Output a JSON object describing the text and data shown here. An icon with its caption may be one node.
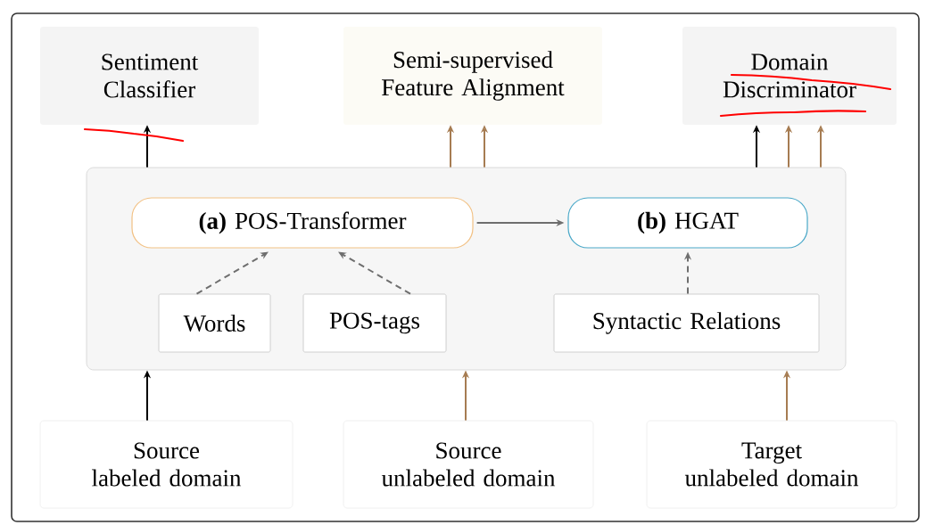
{
  "diagram": {
    "nodes": [
      {
        "text": [
          "Sentiment Classifier"
        ]
      },
      {
        "text": [
          "Semi-supervised Feature Alignment"
        ]
      },
      {
        "text": [
          "Domain Discriminator"
        ]
      },
      {
        "text": [],
        "shape": "box"
      },
      {
        "text": [
          "**(a)** POS-Transformer"
        ],
        "in": 3
      },
      {
        "text": [
          "**(b)** HGAT"
        ],
        "in": 3
      },
      {
        "text": [
          "Words"
        ],
        "in": 3
      },
      {
        "text": [
          "POS-tags"
        ],
        "in": 3
      },
      {
        "text": [
          "Syntactic Relations"
        ],
        "in": 3
      },
      {
        "text": [
          "Source labeled domain"
        ]
      },
      {
        "text": [
          "Source unlabeled domain"
        ]
      },
      {
        "text": [
          "Target unlabeled domain"
        ]
      }
    ],
    "edges": [
      {
        "from": 3,
        "to": 0,
        "arrow": "to",
        "color": "#000000"
      },
      {
        "from": 3,
        "to": 1,
        "arrow": "to"
      },
      {
        "from": 3,
        "to": 1,
        "arrow": "to"
      },
      {
        "from": 3,
        "to": 2,
        "arrow": "to",
        "color": "#000000"
      },
      {
        "from": 3,
        "to": 2,
        "arrow": "to"
      },
      {
        "from": 3,
        "to": 2,
        "arrow": "to"
      },
      {
        "from": 4,
        "to": 5,
        "arrow": "to",
        "color": "#6e6e6e"
      },
      {
        "from": 6,
        "to": 4,
        "arrow": "to",
        "style": "dashed",
        "color": "#6e6e6e"
      },
      {
        "from": 7,
        "to": 4,
        "arrow": "to",
        "style": "dashed",
        "color": "#6e6e6e"
      },
      {
        "from": 8,
        "to": 5,
        "arrow": "to",
        "style": "dashed",
        "color": "#6e6e6e"
      },
      {
        "from": 9,
        "to": 3,
        "arrow": "to",
        "color": "#000000"
      },
      {
        "from": 10,
        "to": 3,
        "arrow": "to"
      },
      {
        "from": 11,
        "to": 3,
        "arrow": "to"
      }
    ]
  }
}
